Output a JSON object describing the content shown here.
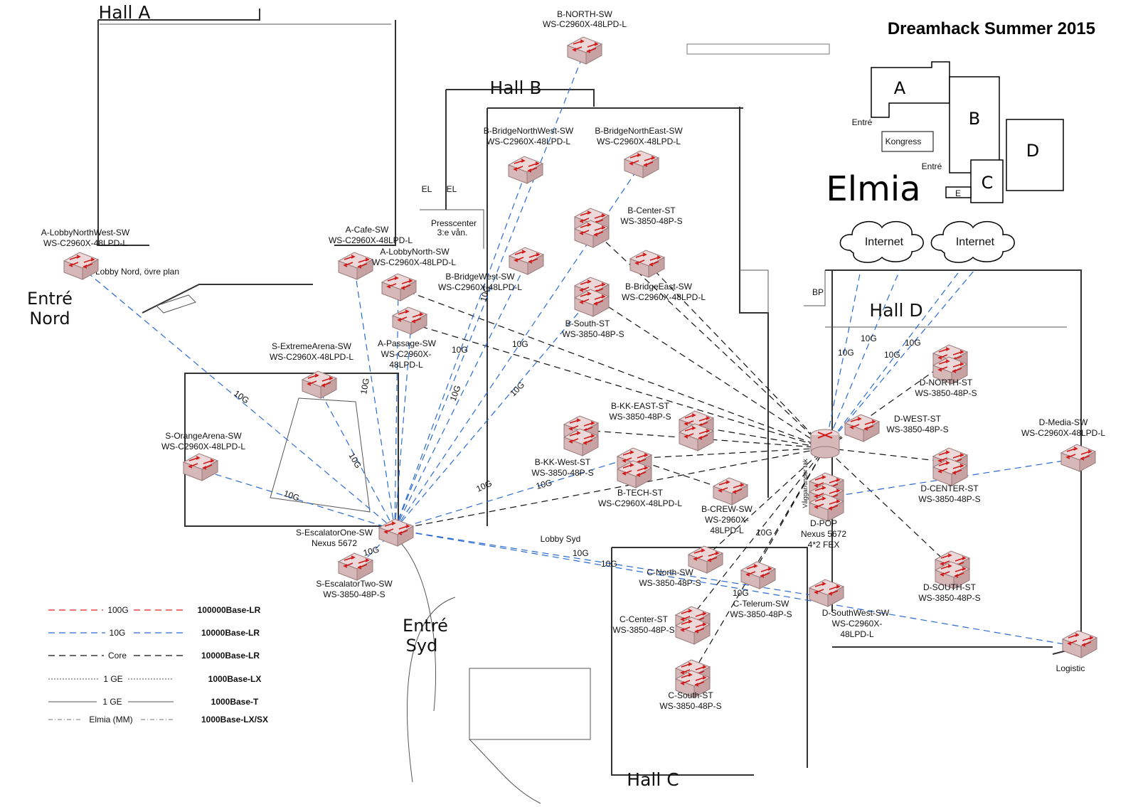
{
  "title": "Dreamhack Summer 2015",
  "venue": "Elmia",
  "inset": {
    "labels": [
      "A",
      "B",
      "C",
      "D",
      "E",
      "Entré",
      "Kongress",
      "Entré"
    ]
  },
  "clouds": [
    {
      "id": "internet1",
      "label": "Internet"
    },
    {
      "id": "internet2",
      "label": "Internet"
    }
  ],
  "halls": [
    {
      "id": "hallA",
      "label": "Hall A"
    },
    {
      "id": "hallB",
      "label": "Hall B"
    },
    {
      "id": "hallC",
      "label": "Hall C"
    },
    {
      "id": "hallD",
      "label": "Hall D"
    }
  ],
  "areas": [
    {
      "id": "entre-nord-1",
      "label": "Entré"
    },
    {
      "id": "entre-nord-2",
      "label": "Nord"
    },
    {
      "id": "entre-syd-1",
      "label": "Entré"
    },
    {
      "id": "entre-syd-2",
      "label": "Syd"
    },
    {
      "id": "lobby-nord",
      "label": "Lobby Nord, övre plan"
    },
    {
      "id": "lobby-syd",
      "label": "Lobby Syd"
    },
    {
      "id": "presscenter1",
      "label": "Presscenter"
    },
    {
      "id": "presscenter2",
      "label": "3:e vån."
    },
    {
      "id": "el1",
      "label": "EL"
    },
    {
      "id": "el2",
      "label": "EL"
    },
    {
      "id": "bp",
      "label": "BP"
    },
    {
      "id": "logistic",
      "label": "Logistic"
    },
    {
      "id": "vaggar",
      "label": "Våggar/under tak"
    }
  ],
  "devices": [
    {
      "id": "b-north-sw",
      "name": "B-NORTH-SW",
      "model": "WS-C2960X-48LPD-L",
      "kind": "switch"
    },
    {
      "id": "a-lobbynorthwest-sw",
      "name": "A-LobbyNorthWest-SW",
      "model": "WS-C2960X-48LPD-L",
      "kind": "switch"
    },
    {
      "id": "a-cafe-sw",
      "name": "A-Cafe-SW",
      "model": "WS-C2960X-48LPD-L",
      "kind": "switch"
    },
    {
      "id": "a-lobbynorth-sw",
      "name": "A-LobbyNorth-SW",
      "model": "WS-C2960X-48LPD-L",
      "kind": "switch"
    },
    {
      "id": "a-passage-sw",
      "name": "A-Passage-SW",
      "model": "WS-C2960X-",
      "model2": "48LPD-L",
      "kind": "switch"
    },
    {
      "id": "b-bridgenorthwest-sw",
      "name": "B-BridgeNorthWest-SW",
      "model": "WS-C2960X-48LPD-L",
      "kind": "switch"
    },
    {
      "id": "b-bridgenortheast-sw",
      "name": "B-BridgeNorthEast-SW",
      "model": "WS-C2960X-48LPD-L",
      "kind": "switch"
    },
    {
      "id": "b-center-st",
      "name": "B-Center-ST",
      "model": "WS-3850-48P-S",
      "kind": "stack"
    },
    {
      "id": "b-bridgewest-sw",
      "name": "B-BridgeWest-SW",
      "model": "WS-C2960X-48LPD-L",
      "kind": "switch"
    },
    {
      "id": "b-bridgeeast-sw",
      "name": "B-BridgeEast-SW",
      "model": "WS-C2960X-48LPD-L",
      "kind": "switch"
    },
    {
      "id": "b-south-st",
      "name": "B-South-ST",
      "model": "WS-3850-48P-S",
      "kind": "stack"
    },
    {
      "id": "s-extremearena-sw",
      "name": "S-ExtremeArena-SW",
      "model": "WS-C2960X-48LPD-L",
      "kind": "switch"
    },
    {
      "id": "s-orangearena-sw",
      "name": "S-OrangeArena-SW",
      "model": "WS-C2960X-48LPD-L",
      "kind": "switch"
    },
    {
      "id": "s-escalatorone-sw",
      "name": "S-EscalatorOne-SW",
      "model": "Nexus 5672",
      "kind": "switch"
    },
    {
      "id": "s-escalatortwo-sw",
      "name": "S-EscalatorTwo-SW",
      "model": "WS-3850-48P-S",
      "kind": "switch"
    },
    {
      "id": "b-kk-east-st",
      "name": "B-KK-EAST-ST",
      "model": "WS-3850-48P-S",
      "kind": "stack"
    },
    {
      "id": "b-kk-west-st",
      "name": "B-KK-West-ST",
      "model": "WS-3850-48P-S",
      "kind": "stack"
    },
    {
      "id": "b-tech-st",
      "name": "B-TECH-ST",
      "model": "WS-C2960X-48LPD-L",
      "kind": "stack"
    },
    {
      "id": "b-crew-sw",
      "name": "B-CREW-SW",
      "model": "WS-2960X-",
      "model2": "48LPD-L",
      "kind": "switch"
    },
    {
      "id": "d-pop",
      "name": "D-POP",
      "model": "Nexus 5672",
      "model2": "4*2 FEX",
      "kind": "router"
    },
    {
      "id": "d-north-st",
      "name": "D-NORTH-ST",
      "model": "WS-3850-48P-S",
      "kind": "stack"
    },
    {
      "id": "d-west-st",
      "name": "D-WEST-ST",
      "model": "WS-3850-48P-S",
      "kind": "switch"
    },
    {
      "id": "d-media-sw",
      "name": "D-Media-SW",
      "model": "WS-C2960X-48LPD-L",
      "kind": "switch"
    },
    {
      "id": "d-center-st",
      "name": "D-CENTER-ST",
      "model": "WS-3850-48P-S",
      "kind": "stack"
    },
    {
      "id": "d-south-st",
      "name": "D-SOUTH-ST",
      "model": "WS-3850-48P-S",
      "kind": "stack"
    },
    {
      "id": "d-southwest-sw",
      "name": "D-SouthWest-SW",
      "model": "WS-C2960X-",
      "model2": "48LPD-L",
      "kind": "switch"
    },
    {
      "id": "c-north-sw",
      "name": "C-North-SW",
      "model": "WS-3850-48P-S",
      "kind": "switch"
    },
    {
      "id": "c-telerum-sw",
      "name": "C-Telerum-SW",
      "model": "WS-3850-48P-S",
      "kind": "switch"
    },
    {
      "id": "c-center-st",
      "name": "C-Center-ST",
      "model": "WS-3850-48P-S",
      "kind": "stack"
    },
    {
      "id": "c-south-st",
      "name": "C-South-ST",
      "model": "WS-3850-48P-S",
      "kind": "stack"
    },
    {
      "id": "logistic-sw",
      "name": "",
      "model": "",
      "kind": "switch"
    }
  ],
  "link_labels": [
    "10G",
    "10G",
    "10G",
    "10G",
    "10G",
    "10G",
    "10G",
    "10G",
    "10G",
    "10G",
    "10G",
    "10G",
    "10G",
    "10G",
    "10G",
    "10G",
    "10G",
    "10G",
    "10G",
    "10G",
    "10G",
    "10G"
  ],
  "legend": [
    {
      "line": "100G",
      "desc": "100000Base-LR",
      "color": "#e02020",
      "style": "dashed"
    },
    {
      "line": "10G",
      "desc": "10000Base-LR",
      "color": "#2a6bd1",
      "style": "dashed"
    },
    {
      "line": "Core",
      "desc": "10000Base-LR",
      "color": "#111111",
      "style": "dashed"
    },
    {
      "line": "1 GE",
      "desc": "1000Base-LX",
      "color": "#555555",
      "style": "dotted"
    },
    {
      "line": "1 GE",
      "desc": "1000Base-T",
      "color": "#555555",
      "style": "solid"
    },
    {
      "line": "Elmia (MM)",
      "desc": "1000Base-LX/SX",
      "color": "#777777",
      "style": "dashdot"
    }
  ],
  "colors": {
    "switch_top": "#ecd8d8",
    "switch_side": "#cfa9a9",
    "arrow": "#d01818",
    "blue_link": "#2a6bd1",
    "core_link": "#111111"
  }
}
